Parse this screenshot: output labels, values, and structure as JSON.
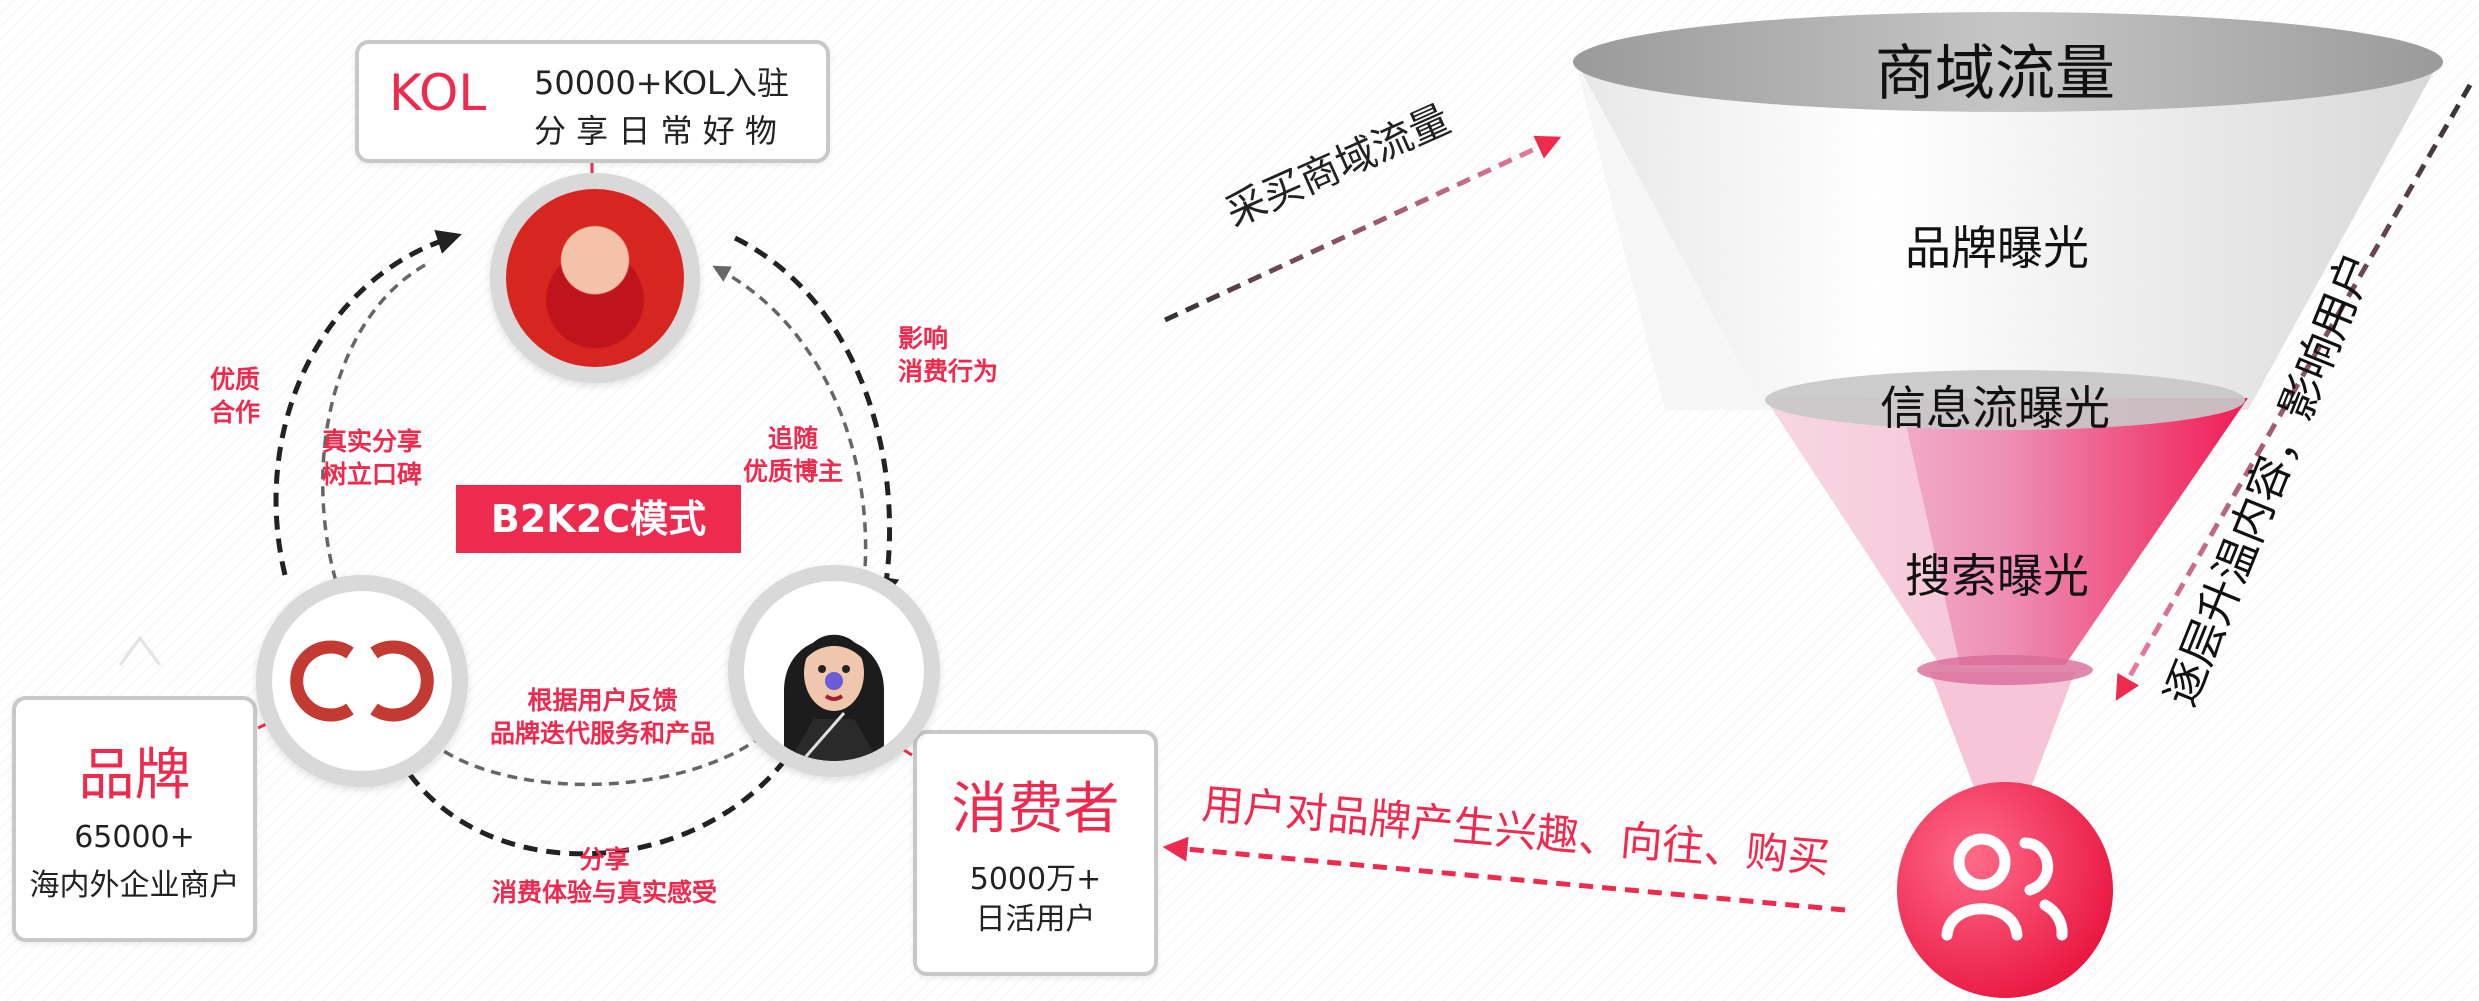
{
  "kol": {
    "title": "KOL",
    "line1": "50000+KOL入驻",
    "line2": "分 享 日 常 好 物"
  },
  "brand": {
    "title": "品牌",
    "line1": "65000+",
    "line2": "海内外企业商户"
  },
  "consumer": {
    "title": "消费者",
    "line1": "5000万+",
    "line2": "日活用户"
  },
  "model_label": "B2K2C模式",
  "cycle_labels": {
    "brand_to_kol": [
      "优质",
      "合作"
    ],
    "kol_to_brand": [
      "真实分享",
      "树立口碑"
    ],
    "kol_to_consumer": [
      "影响",
      "消费行为"
    ],
    "consumer_to_kol": [
      "追随",
      "优质博主"
    ],
    "brand_to_consumer": [
      "根据用户反馈",
      "品牌迭代服务和产品"
    ],
    "consumer_to_brand": [
      "分享",
      "消费体验与真实感受"
    ]
  },
  "funnel": {
    "top": "商域流量",
    "level1": "品牌曝光",
    "level2": "信息流曝光",
    "level3": "搜索曝光"
  },
  "arrows": {
    "buy_traffic": "采买商域流量",
    "warm_content": "逐层升温内容，影响用户",
    "user_interest": "用户对品牌产生兴趣、向往、购买"
  },
  "colors": {
    "accent": "#ee2b4f",
    "pink": "#e8739a",
    "gray": "#c8c8c8"
  },
  "icons": {
    "user_group": "users-icon",
    "brand_logo": "chanel-logo"
  }
}
